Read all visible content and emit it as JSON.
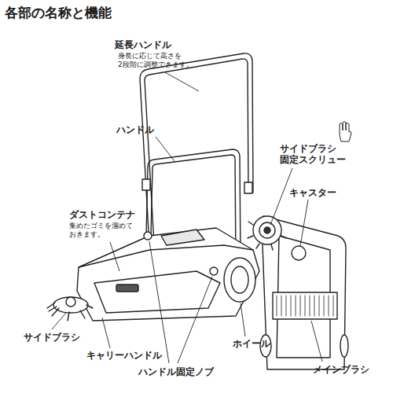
{
  "diagram": {
    "title": "各部の名称と機能",
    "labels": [
      "延長ハンドル",
      "身長に応じて高さを 2段階に調整できます。",
      "ハンドル",
      "サイドブラシ 固定スクリュー",
      "キャスター",
      "ダストコンテナ",
      "集めたゴミを溜めて おきます。",
      "サイドブラシ",
      "キャリーハンドル",
      "ハンドル固定ノブ",
      "ホイール",
      "メインブラシ"
    ]
  }
}
